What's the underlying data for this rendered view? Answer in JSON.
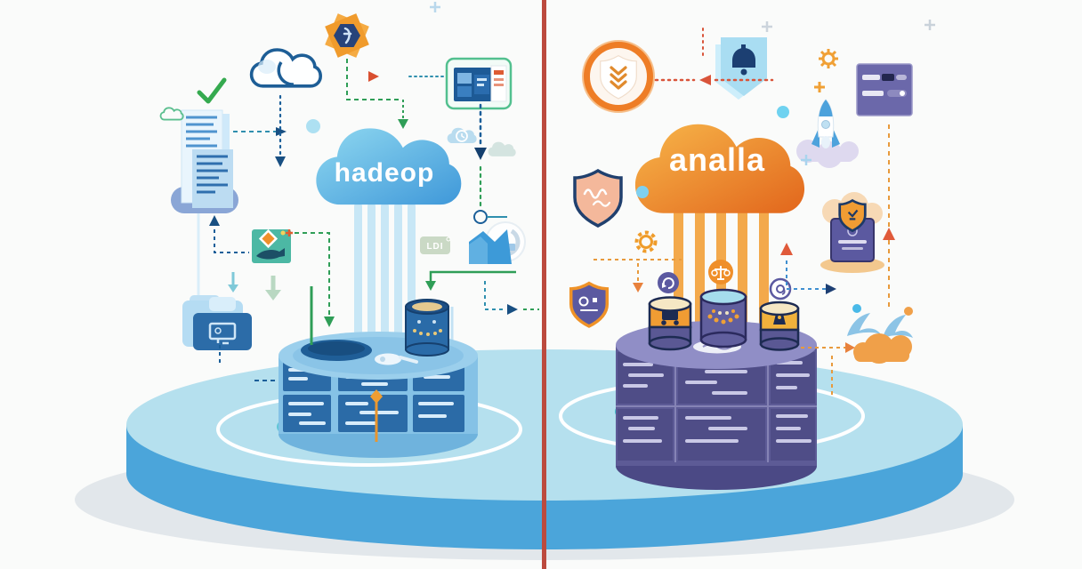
{
  "scene": {
    "description": "Illustration comparing two cloud data platforms separated by a red divider",
    "background": "#fafbfa",
    "divider_color": "#bc4a3e",
    "shadow_color": "#e2e7eb"
  },
  "platform": {
    "top_color": "#b5e0ee",
    "side_color": "#4ba5da",
    "ring_color": "#ffffff",
    "left_pad_color": "#5fc6d6",
    "right_pad_color": "#3fc1cc"
  },
  "left": {
    "cloud_label": "hadeop",
    "badge_label": "LDI",
    "accent": "#3f98d9",
    "cloud_gradient": [
      "#8fd8f0",
      "#3f98d9"
    ],
    "database_body": "#85c2e6",
    "database_panel": "#2b6ba7",
    "icons": [
      "star-badge-icon",
      "outline-cloud-icon",
      "checkmark-icon",
      "document-stack-icon",
      "dashboard-window-icon",
      "clock-cloud-icon",
      "pale-cloud-icon",
      "transform-square-icon",
      "folder-monitor-icon",
      "area-chart-icon",
      "gauge-icon",
      "storage-drum-icon",
      "manhole-icon",
      "orange-pin-icon"
    ]
  },
  "right": {
    "cloud_label": "analla",
    "accent": "#e8731e",
    "cloud_gradient": [
      "#f7b64a",
      "#e2661c"
    ],
    "database_body": "#5d5b96",
    "database_panel": "#4f4d87",
    "icons": [
      "shield-circle-icon",
      "bell-badge-icon",
      "signature-shield-icon",
      "id-shield-icon",
      "gear-icon",
      "rocket-icon",
      "settings-card-icon",
      "trophy-card-icon",
      "scales-circle-icon",
      "refresh-circle-icon",
      "at-circle-icon",
      "birds-icon",
      "orange-cloud-icon",
      "storage-drums-icon",
      "gear-star-icon"
    ]
  }
}
